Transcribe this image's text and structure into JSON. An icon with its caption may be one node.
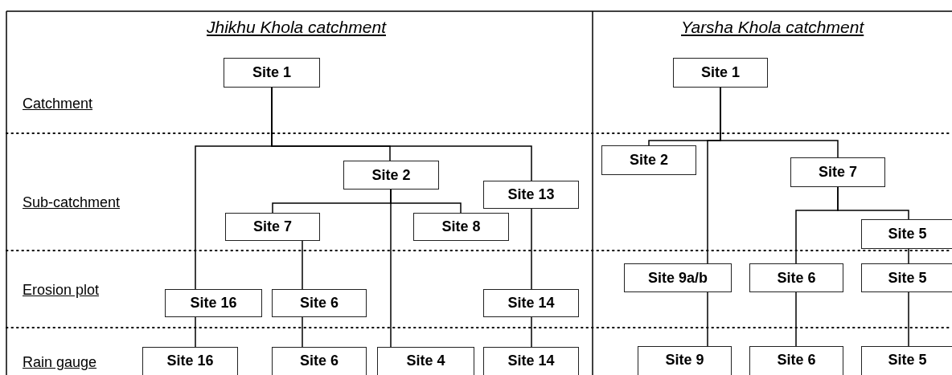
{
  "diagram": {
    "nodes": [
      {
        "text": [
          "Site 1"
        ]
      },
      {
        "text": [
          "Site 1"
        ]
      },
      {
        "text": [
          "Site 2"
        ]
      },
      {
        "text": [
          "Site 2"
        ]
      },
      {
        "text": [
          "Site 7"
        ]
      },
      {
        "text": [
          "Site 13"
        ]
      },
      {
        "text": [
          "Site 7"
        ]
      },
      {
        "text": [
          "Site 8"
        ]
      },
      {
        "text": [
          "Site 5"
        ]
      },
      {
        "text": [
          "Site 9a/b"
        ]
      },
      {
        "text": [
          "Site 6"
        ]
      },
      {
        "text": [
          "Site 5"
        ]
      },
      {
        "text": [
          "Site 16"
        ]
      },
      {
        "text": [
          "Site 6"
        ]
      },
      {
        "text": [
          "Site 14"
        ]
      },
      {
        "text": [
          "Site 16"
        ]
      },
      {
        "text": [
          "Site 6"
        ]
      },
      {
        "text": [
          "Site 4"
        ]
      },
      {
        "text": [
          "Site 14"
        ]
      },
      {
        "text": [
          "Site 9"
        ]
      },
      {
        "text": [
          "Site 6"
        ]
      },
      {
        "text": [
          "Site 5"
        ]
      }
    ],
    "edges": [
      {
        "from": 0,
        "to": 3,
        "arrow": "none"
      },
      {
        "from": 0,
        "to": 12,
        "arrow": "none"
      },
      {
        "from": 0,
        "to": 5,
        "arrow": "none"
      },
      {
        "from": 3,
        "to": 6,
        "arrow": "none"
      },
      {
        "from": 3,
        "to": 7,
        "arrow": "none"
      },
      {
        "from": 3,
        "to": 17,
        "arrow": "none"
      },
      {
        "from": 6,
        "to": 13,
        "arrow": "none"
      },
      {
        "from": 13,
        "to": 16,
        "arrow": "none"
      },
      {
        "from": 12,
        "to": 15,
        "arrow": "none"
      },
      {
        "from": 5,
        "to": 14,
        "arrow": "none"
      },
      {
        "from": 14,
        "to": 18,
        "arrow": "none"
      },
      {
        "from": 1,
        "to": 2,
        "arrow": "none"
      },
      {
        "from": 1,
        "to": 9,
        "arrow": "none"
      },
      {
        "from": 1,
        "to": 4,
        "arrow": "none"
      },
      {
        "from": 4,
        "to": 10,
        "arrow": "none"
      },
      {
        "from": 4,
        "to": 8,
        "arrow": "none"
      },
      {
        "from": 8,
        "to": 11,
        "arrow": "none"
      },
      {
        "from": 9,
        "to": 19,
        "arrow": "none"
      },
      {
        "from": 10,
        "to": 20,
        "arrow": "none"
      },
      {
        "from": 11,
        "to": 21,
        "arrow": "none"
      }
    ],
    "labels": [
      "Jhikhu Khola catchment",
      "Yarsha Khola catchment",
      "Catchment",
      "Sub-catchment",
      "Erosion plot",
      "Rain gauge"
    ]
  }
}
